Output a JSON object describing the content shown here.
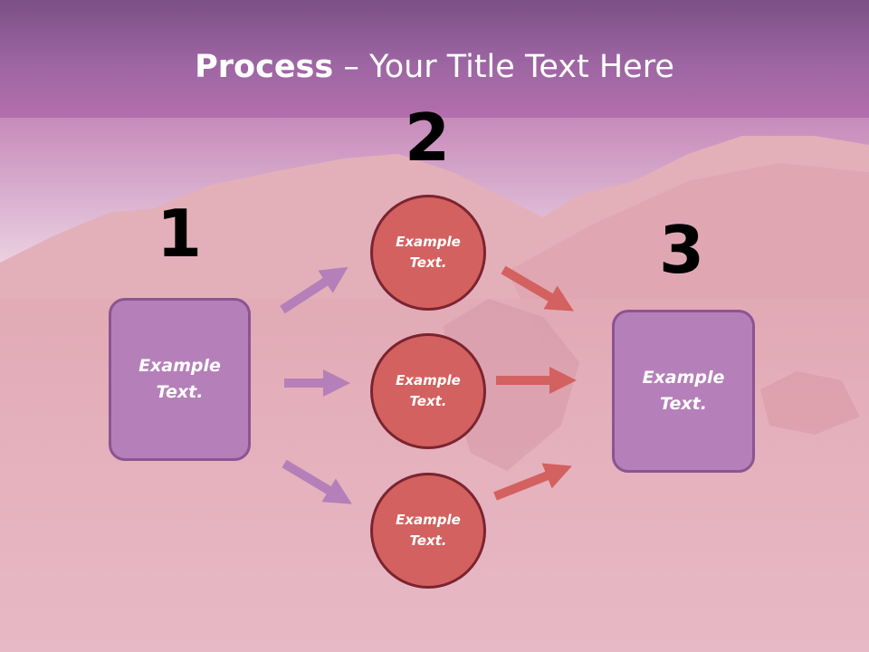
{
  "title": {
    "bold": "Process",
    "rest": " – Your Title Text Here"
  },
  "steps": {
    "n1": "1",
    "n2": "2",
    "n3": "3"
  },
  "left_box": {
    "line1": "Example",
    "line2": "Text."
  },
  "right_box": {
    "line1": "Example",
    "line2": "Text."
  },
  "circles": [
    {
      "line1": "Example",
      "line2": "Text."
    },
    {
      "line1": "Example",
      "line2": "Text."
    },
    {
      "line1": "Example",
      "line2": "Text."
    }
  ],
  "colors": {
    "title_bar": "#9d66a3",
    "box_fill": "#b57fb9",
    "box_border": "#8c5490",
    "circle_fill": "#d3615f",
    "circle_border": "#7a2430",
    "arrow_left": "#b57fb9",
    "arrow_right": "#d3615f"
  }
}
